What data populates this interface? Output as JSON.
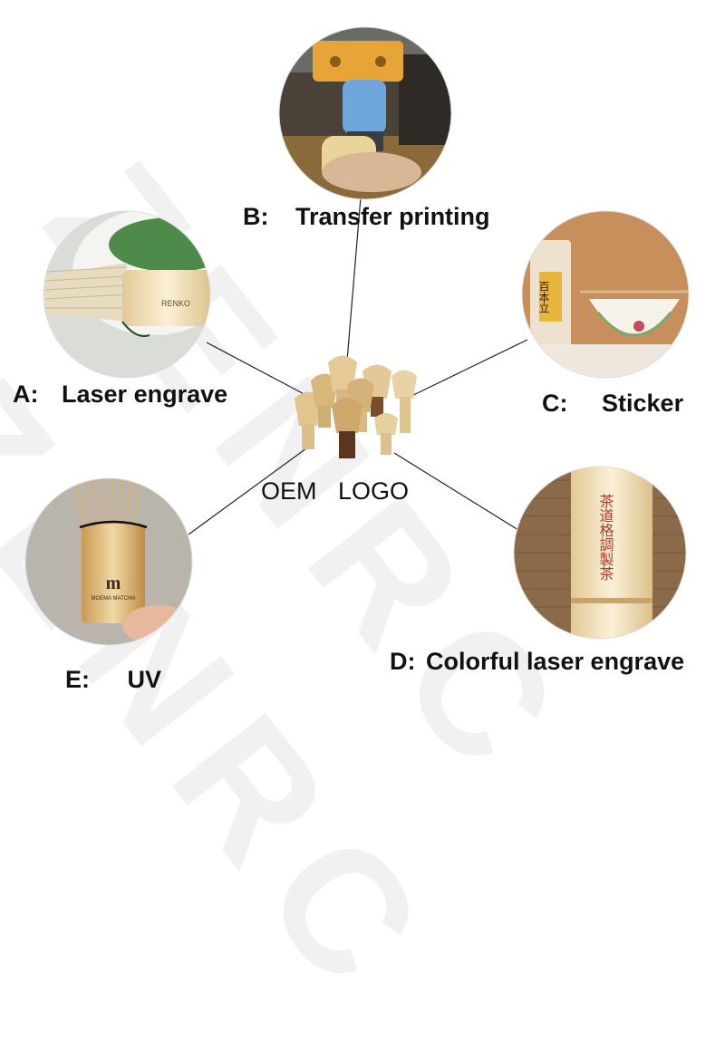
{
  "watermark": "ZENRC",
  "center": {
    "caption_left": "OEM",
    "caption_right": "LOGO"
  },
  "methods": [
    {
      "code": "A:",
      "name": "Laser engrave"
    },
    {
      "code": "B:",
      "name": "Transfer printing"
    },
    {
      "code": "C:",
      "name": "Sticker"
    },
    {
      "code": "D:",
      "name": "Colorful laser engrave"
    },
    {
      "code": "E:",
      "name": "UV"
    }
  ],
  "photo_text": {
    "engrave_a": "RENKO",
    "sticker_c": "百本立",
    "colorful_d": "茶道格調製茶",
    "uv_e_logo": "m",
    "uv_e_text": "MOEMA MATCHA"
  },
  "colors": {
    "bamboo": "#d9b77a",
    "line": "#222222",
    "text": "#111111"
  }
}
